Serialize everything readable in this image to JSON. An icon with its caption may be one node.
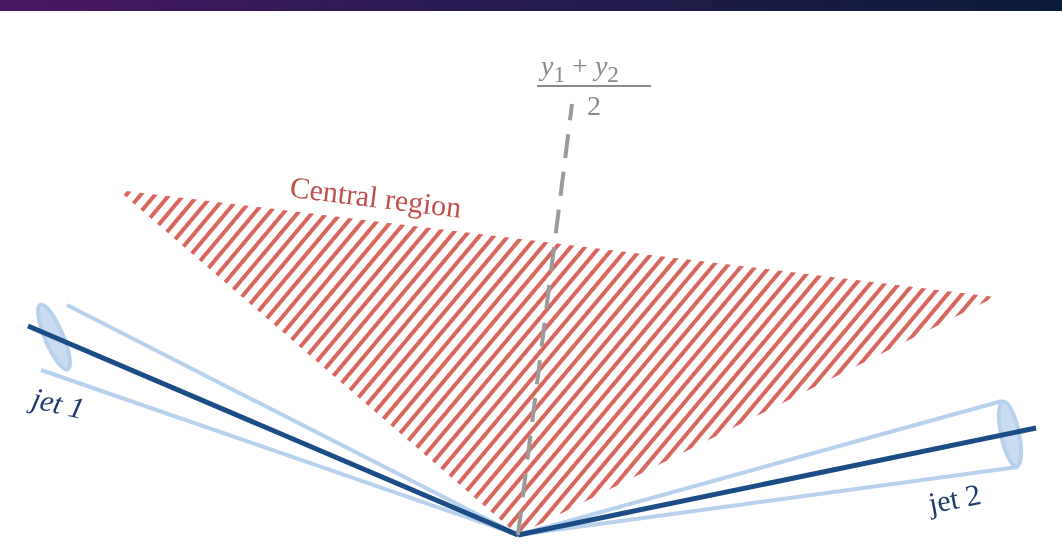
{
  "diagram": {
    "labels": [
      "*y*$_{1}$ + *y*$_{2}$",
      "2",
      "Central region",
      "jet 1",
      "jet 2"
    ]
  }
}
